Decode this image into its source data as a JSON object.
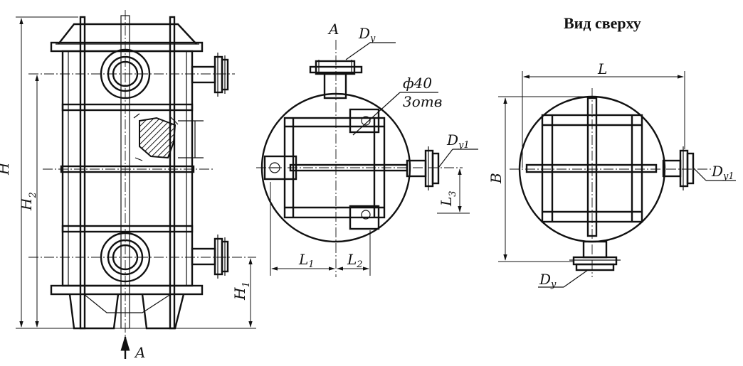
{
  "title": "Вид сверху",
  "labels": {
    "H": "H",
    "H2_main": "H",
    "H2_sub": "2",
    "H1_main": "H",
    "H1_sub": "1",
    "A_arrow": "A",
    "A_section": "A",
    "Dy_top_main": "D",
    "Dy_top_sub": "y",
    "phi40": "ф40",
    "holes": "3отв",
    "Dy1_mid_main": "D",
    "Dy1_mid_sub": "y1",
    "L3_main": "L",
    "L3_sub": "3",
    "L1_main": "L",
    "L1_sub": "1",
    "L2_main": "L",
    "L2_sub": "2",
    "L": "L",
    "B": "B",
    "Dy1_right_main": "D",
    "Dy1_right_sub": "y1",
    "Dy_bottom_main": "D",
    "Dy_bottom_sub": "y"
  }
}
